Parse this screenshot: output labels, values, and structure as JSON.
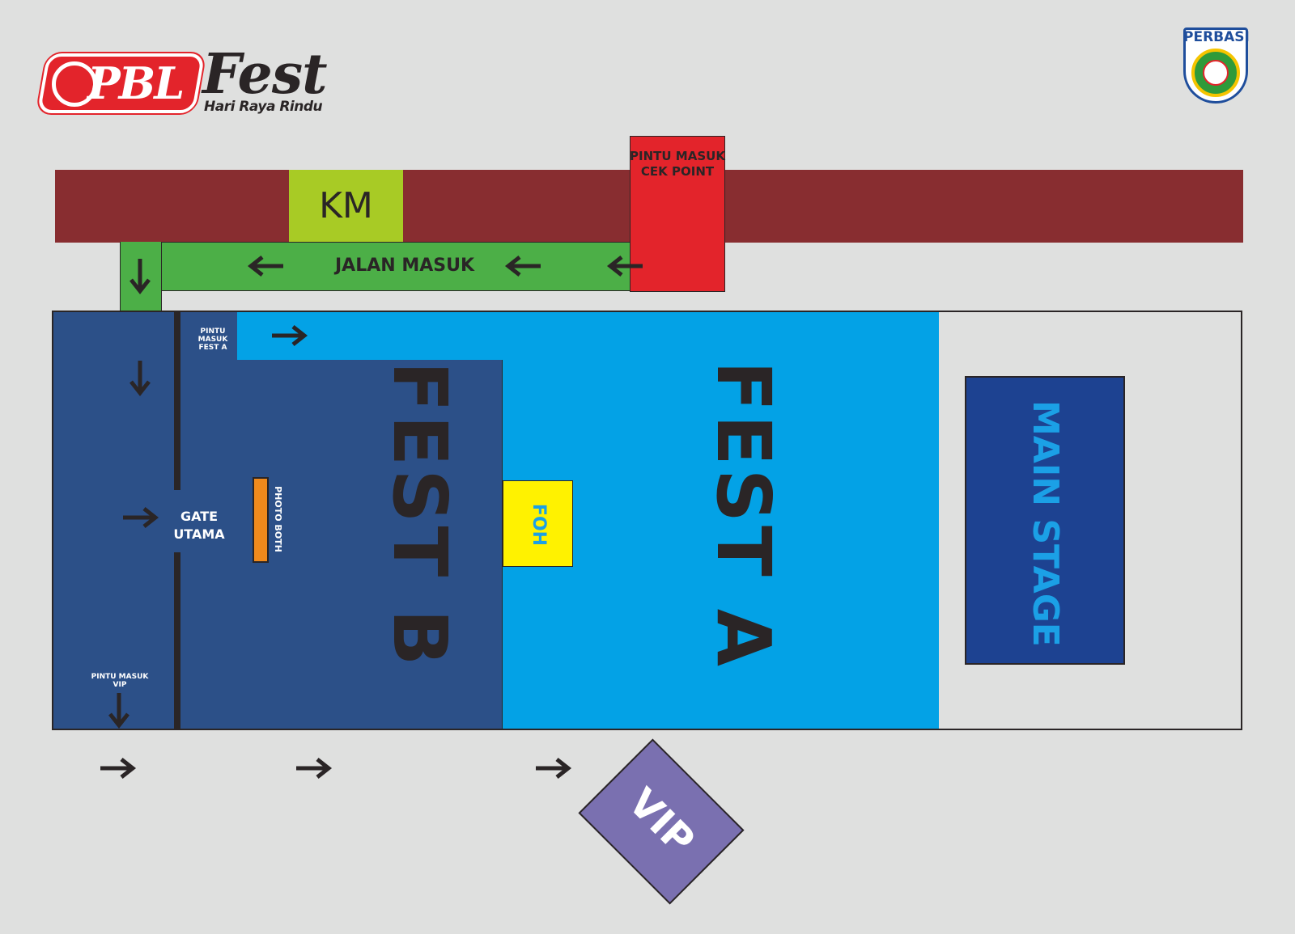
{
  "logo": {
    "brand": "PBL",
    "name": "Fest",
    "tagline": "Hari Raya Rindu"
  },
  "badge": {
    "name": "PERBASI"
  },
  "zones": {
    "km": "KM",
    "checkpoint": "PINTU MASUK\nCEK POINT",
    "jalan_masuk": "JALAN MASUK",
    "fest_a": "FEST A",
    "fest_b": "FEST B",
    "main_stage": "MAIN STAGE",
    "foh": "FOH",
    "photo_booth": "PHOTO BOTH",
    "gate_utama": "GATE UTAMA",
    "pintu_fest_a": "PINTU MASUK\nFEST A",
    "pintu_vip": "PINTU MASUK\nVIP",
    "vip": "VIP"
  },
  "colors": {
    "road": "#882d30",
    "km": "#a8cb25",
    "checkpoint": "#e3242b",
    "jalan_masuk": "#4caf47",
    "fest_b": "#2c5088",
    "fest_a": "#03a2e6",
    "main_stage": "#1d4291",
    "foh": "#fff200",
    "photo_booth": "#f08a1c",
    "vip": "#7a70b0",
    "background": "#dfe0df"
  },
  "icons": {
    "arrows": "arrow-icon"
  }
}
